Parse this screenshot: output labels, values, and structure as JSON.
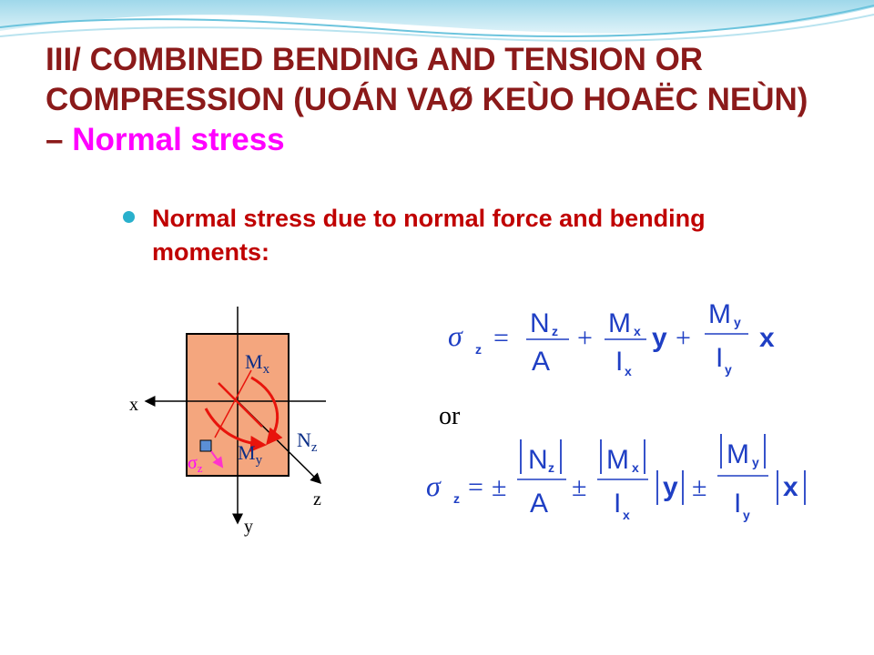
{
  "slide": {
    "title_main": "III/ COMBINED BENDING AND TENSION OR COMPRESSION (UOÁN VAØ KEÙO HOAËC NEÙN) – ",
    "title_highlight": "Normal stress",
    "bullet": "Normal stress due to normal force and bending moments:",
    "or_label": "or"
  },
  "diagram": {
    "x_axis": "x",
    "y_axis": "y",
    "z_axis": "z",
    "moment_x": "M",
    "moment_x_sub": "x",
    "moment_y": "M",
    "moment_y_sub": "y",
    "force": "N",
    "force_sub": "z",
    "stress": "σ",
    "stress_sub": "z"
  },
  "formula1": {
    "sigma": "σ",
    "sigma_sub": "z",
    "eq": "=",
    "t1_num": "N",
    "t1_num_sub": "z",
    "t1_den": "A",
    "op1": "+",
    "t2_num": "M",
    "t2_num_sub": "x",
    "t2_den": "I",
    "t2_den_sub": "x",
    "t2_var": "y",
    "op2": "+",
    "t3_num": "M",
    "t3_num_sub": "y",
    "t3_den": "I",
    "t3_den_sub": "y",
    "t3_var": "x"
  },
  "formula2": {
    "sigma": "σ",
    "sigma_sub": "z",
    "eq": "=",
    "pm1": "±",
    "t1_num": "N",
    "t1_num_sub": "z",
    "t1_den": "A",
    "pm2": "±",
    "t2_num": "M",
    "t2_num_sub": "x",
    "t2_den": "I",
    "t2_den_sub": "x",
    "t2_var": "y",
    "pm3": "±",
    "t3_num": "M",
    "t3_num_sub": "y",
    "t3_den": "I",
    "t3_den_sub": "y",
    "t3_var": "x"
  },
  "colors": {
    "title": "#8b1a1a",
    "highlight": "#ff00ff",
    "bullet_text": "#c00000",
    "bullet_dot": "#29b0cc",
    "section_fill": "#f4a67e",
    "arrow_red": "#e8140c"
  }
}
